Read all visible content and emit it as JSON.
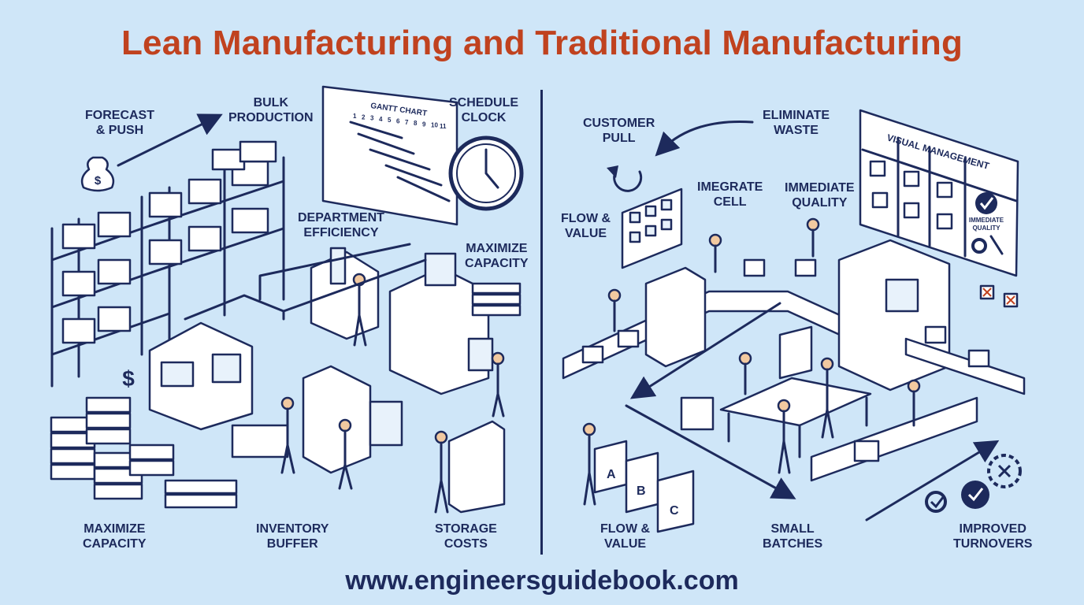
{
  "title": "Lean Manufacturing and Traditional Manufacturing",
  "footer": "www.engineersguidebook.com",
  "traditional": {
    "labels": {
      "forecast": "FORECAST\n& PUSH",
      "bulk": "BULK\nPRODUCTION",
      "schedule": "SCHEDULE\nCLOCK",
      "department": "DEPARTMENT\nEFFICIENCY",
      "maximize_top": "MAXIMIZE\nCAPACITY",
      "maximize_bottom": "MAXIMIZE\nCAPACITY",
      "inventory": "INVENTORY\nBUFFER",
      "storage": "STORAGE\nCOSTS"
    },
    "gantt_title": "GANTT CHART",
    "gantt_numbers": [
      "1",
      "2",
      "3",
      "4",
      "5",
      "6",
      "7",
      "8",
      "9",
      "10",
      "11"
    ]
  },
  "lean": {
    "labels": {
      "customer": "CUSTOMER\nPULL",
      "eliminate": "ELIMINATE\nWASTE",
      "integrate": "IMEGRATE\nCELL",
      "quality": "IMMEDIATE\nQUALITY",
      "flow_top": "FLOW &\nVALUE",
      "flow_bottom": "FLOW &\nVALUE",
      "small": "SMALL\nBATCHES",
      "improved": "IMPROVED\nTURNOVERS"
    },
    "board_title": "VISUAL MANAGEMENT",
    "board_badge": "IMMEDIATE\nQUALITY",
    "bin_letters": [
      "A",
      "B",
      "C"
    ]
  },
  "colors": {
    "title": "#c0421f",
    "ink": "#1d2a5c",
    "background": "#cfe6f8"
  },
  "icons": [
    "dollar-bag-icon",
    "dollar-sign-icon",
    "clock-icon",
    "refresh-icon",
    "check-circle-icon",
    "gear-icon",
    "wrench-icon",
    "x-mark-icon"
  ]
}
